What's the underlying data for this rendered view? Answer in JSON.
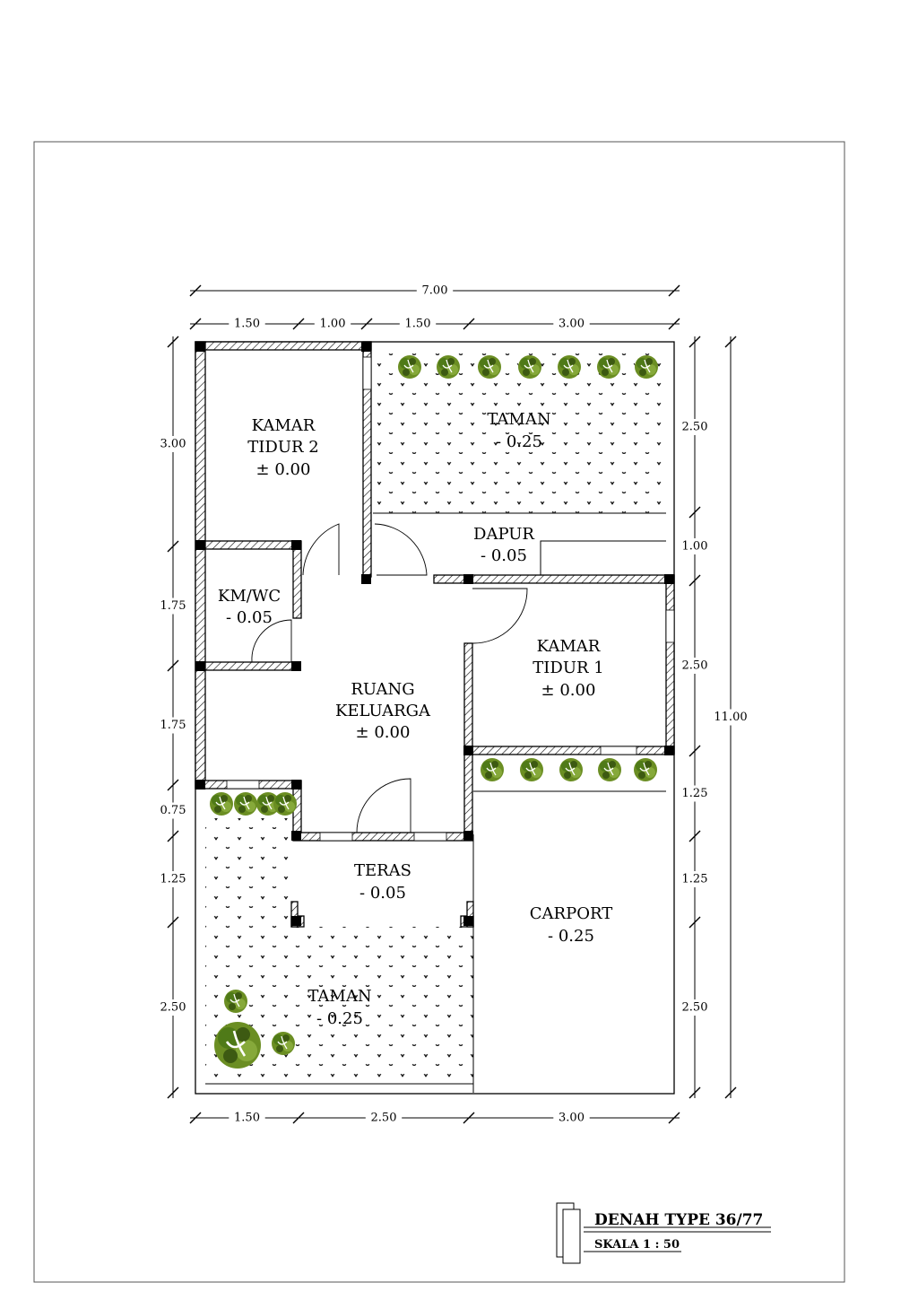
{
  "rooms": {
    "kamar_tidur_2": {
      "name1": "KAMAR",
      "name2": "TIDUR 2",
      "level": "± 0.00"
    },
    "taman_back": {
      "name": "TAMAN",
      "level": "- 0.25"
    },
    "dapur": {
      "name": "DAPUR",
      "level": "- 0.05"
    },
    "km_wc": {
      "name": "KM/WC",
      "level": "- 0.05"
    },
    "kamar_tidur_1": {
      "name1": "KAMAR",
      "name2": "TIDUR 1",
      "level": "± 0.00"
    },
    "ruang_keluarga": {
      "name1": "RUANG",
      "name2": "KELUARGA",
      "level": "± 0.00"
    },
    "teras": {
      "name": "TERAS",
      "level": "- 0.05"
    },
    "carport": {
      "name": "CARPORT",
      "level": "- 0.25"
    },
    "taman_front": {
      "name": "TAMAN",
      "level": "- 0.25"
    }
  },
  "dimensions": {
    "top_total": "7.00",
    "top": [
      "1.50",
      "1.00",
      "1.50",
      "3.00"
    ],
    "bottom": [
      "1.50",
      "2.50",
      "3.00"
    ],
    "left": [
      "3.00",
      "1.75",
      "1.75",
      "0.75",
      "1.25",
      "2.50"
    ],
    "right": [
      "2.50",
      "1.00",
      "2.50",
      "1.25",
      "1.25",
      "2.50"
    ],
    "right_total": "11.00"
  },
  "title": {
    "main": "DENAH TYPE 36/77",
    "scale": "SKALA 1 : 50"
  },
  "colors": {
    "plant": "#6b8e23",
    "plant_dark": "#3d5a12",
    "wall_hatch": "#000000"
  },
  "icons": {
    "plant": "shrub-icon",
    "door": "door-swing-icon",
    "column": "column-icon"
  }
}
